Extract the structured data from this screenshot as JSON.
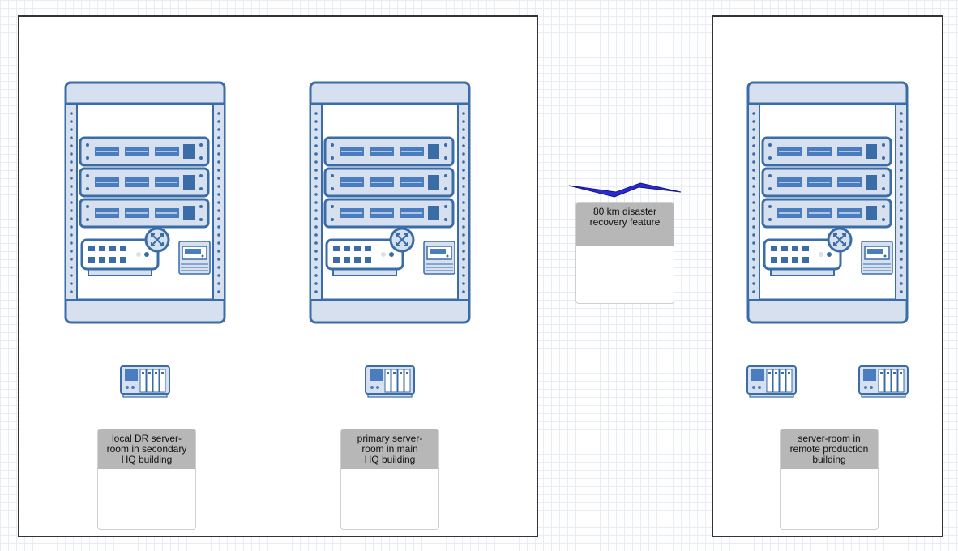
{
  "sites": [
    {
      "id": "local-dr",
      "label": "local DR server-\nroom in secondary\nHQ building"
    },
    {
      "id": "primary",
      "label": "primary server-\nroom in main\nHQ building"
    },
    {
      "id": "remote",
      "label": "server-room in\nremote production\nbuilding"
    }
  ],
  "link": {
    "label": "80  km disaster\nrecovery feature"
  },
  "colors": {
    "stroke": "#3a6ca8",
    "fill": "#d6e0ef",
    "fill_dark": "#4a7cc0",
    "label_bg": "#b7b7b7",
    "link": "#2222aa",
    "border": "#333333"
  },
  "icons": [
    "server-rack-icon",
    "router-icon",
    "switch-icon",
    "storage-nas-icon",
    "wan-link-icon"
  ]
}
